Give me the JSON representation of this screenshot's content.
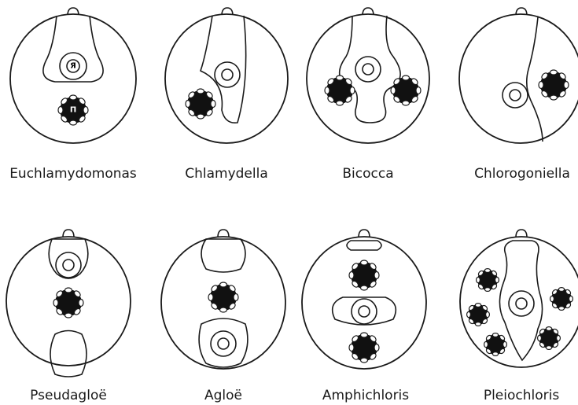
{
  "cells": [
    {
      "name": "Euchlamydomonas"
    },
    {
      "name": "Chlamydella"
    },
    {
      "name": "Bicocca"
    },
    {
      "name": "Chlorogoniella"
    },
    {
      "name": "Pseudagloë"
    },
    {
      "name": "Agloë"
    },
    {
      "name": "Amphichloris"
    },
    {
      "name": "Pleiochloris"
    }
  ],
  "marks": {
    "nucleolus_letter": "Я",
    "pyrenoid_letter": "П"
  }
}
